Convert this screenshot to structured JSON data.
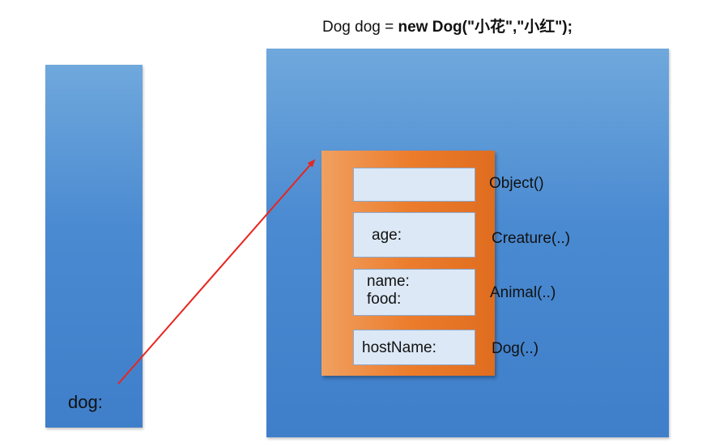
{
  "code": {
    "prefix": "Dog dog = ",
    "bold": "new Dog(\"小花\",\"小红\");"
  },
  "stack": {
    "label": "dog:"
  },
  "heap": {
    "slots": {
      "object": "",
      "creature": "age:",
      "animal_name": "name:",
      "animal_food": "food:",
      "dog": "hostName:"
    },
    "constructors": {
      "object": "Object()",
      "creature": "Creature(..)",
      "animal": "Animal(..)",
      "dog": "Dog(..)"
    }
  },
  "colors": {
    "stack_heap_blue": "#4a8ad1",
    "object_orange": "#ec7d2d",
    "slot_fill": "#dce8f5",
    "arrow_red": "#e8251f"
  }
}
